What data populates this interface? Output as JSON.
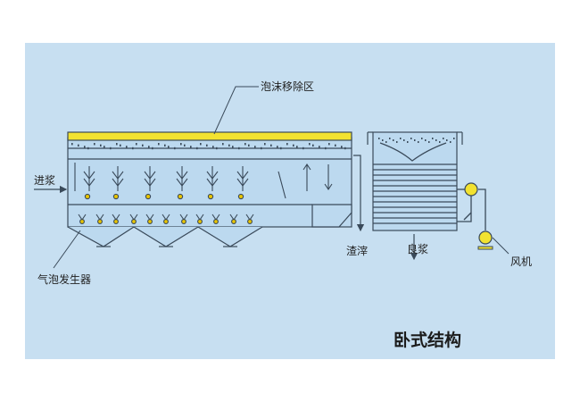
{
  "labels": {
    "foam_zone": "泡沫移除区",
    "feed": "进浆",
    "bubble_generator": "气泡发生器",
    "residue": "渣滓",
    "good_pulp": "良浆",
    "blower": "风机"
  },
  "title": "卧式结构",
  "colors": {
    "panel": "#c7dff1",
    "tank_fill": "#bcd9ef",
    "foam": "#f2e230",
    "line": "#3a4a5a",
    "accent": "#e8c400"
  }
}
